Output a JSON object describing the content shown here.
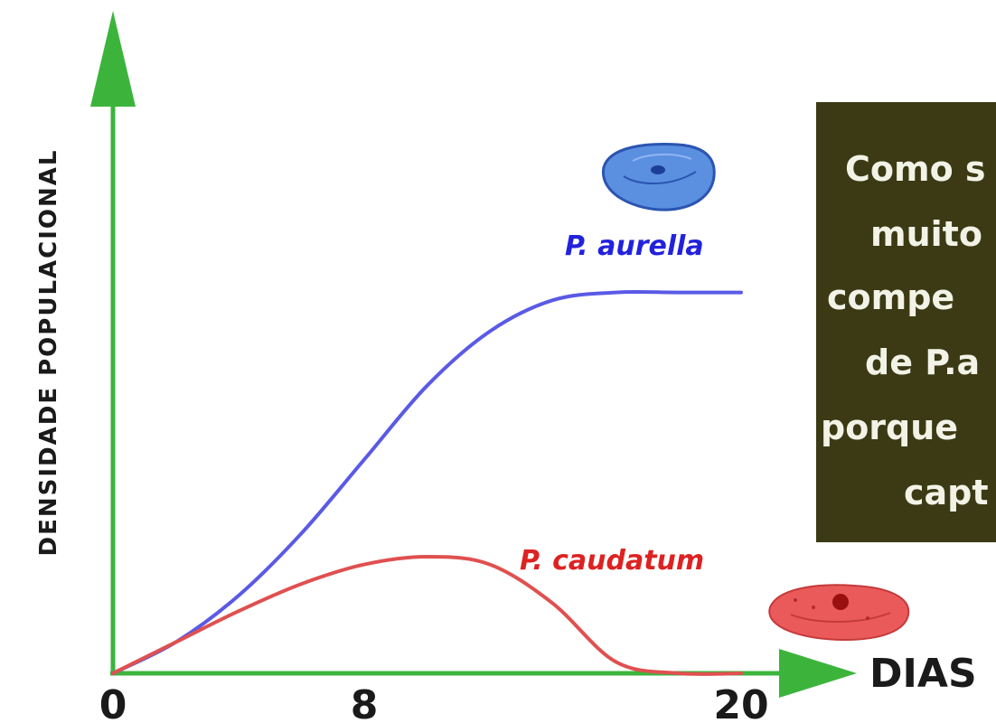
{
  "chart_data": {
    "type": "line",
    "title": "",
    "xlabel": "DIAS",
    "ylabel": "DENSIDADE POPULACIONAL",
    "xticks": [
      0,
      8,
      20
    ],
    "xlim": [
      0,
      20
    ],
    "ylim": [
      0,
      100
    ],
    "grid": false,
    "series": [
      {
        "name": "P. aurella",
        "color": "#5a5ae6",
        "x": [
          0,
          2,
          4,
          6,
          8,
          10,
          12,
          14,
          16,
          18,
          20
        ],
        "y": [
          0,
          8,
          20,
          36,
          55,
          74,
          88,
          96,
          98,
          98,
          98
        ]
      },
      {
        "name": "P. caudatum",
        "color": "#e05050",
        "x": [
          0,
          2,
          4,
          6,
          8,
          10,
          12,
          14,
          16,
          18,
          20
        ],
        "y": [
          0,
          8,
          16,
          23,
          28,
          30,
          28,
          18,
          3,
          0,
          0
        ]
      }
    ]
  },
  "colors": {
    "axis": "#3cb43c",
    "infobox_bg": "#3b3a14"
  },
  "infobox": {
    "lines": [
      "Como s",
      "muito",
      "compe",
      "de P.a",
      "porque",
      "capt"
    ]
  },
  "icons": {
    "aurella": "paramecium-aurelia-icon",
    "caudatum": "paramecium-caudatum-icon"
  }
}
